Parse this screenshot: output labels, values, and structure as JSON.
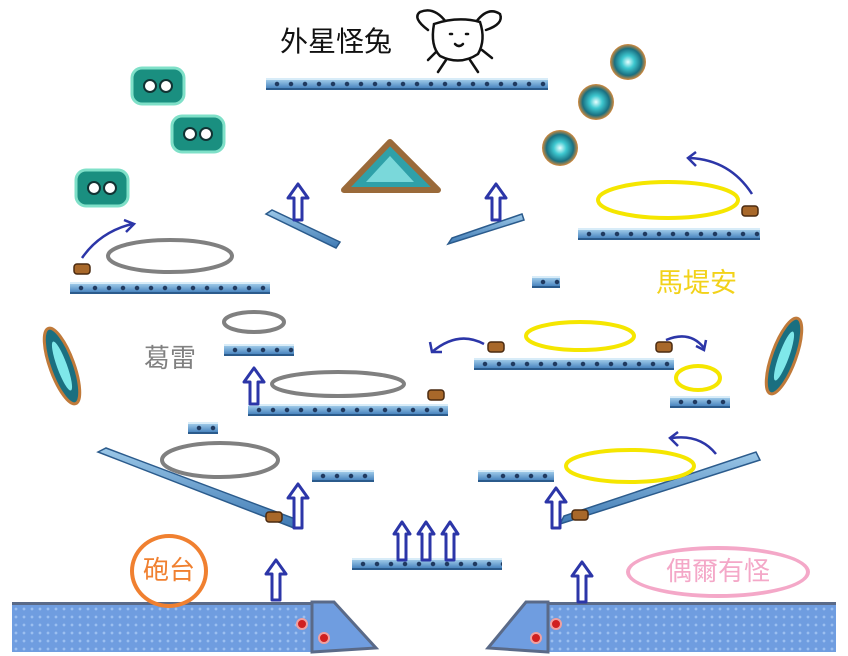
{
  "labels": {
    "alien_rabbit": "外星怪兔",
    "mushroom_peak": "馬堤安",
    "ge_lei": "葛雷",
    "cannon": "砲台",
    "idol_monster": "偶爾有怪"
  },
  "colors": {
    "alien_rabbit": "#111111",
    "mushroom_peak": "#f2d21a",
    "ge_lei": "#808080",
    "cannon": "#f08030",
    "idol_monster": "#f4a8c8",
    "arrow": "#2c36a8",
    "platform": "#5a8fc8",
    "floor": "#6f9de0",
    "gray_ring": "#808080",
    "yellow_ring": "#f5e600"
  },
  "icons": {
    "rabbit": "rabbit-doodle-icon",
    "up_arrow": "up-arrow-icon",
    "curve_arrow": "curved-arrow-icon",
    "orb": "teal-orb-icon",
    "capsule": "teal-capsule-icon"
  }
}
